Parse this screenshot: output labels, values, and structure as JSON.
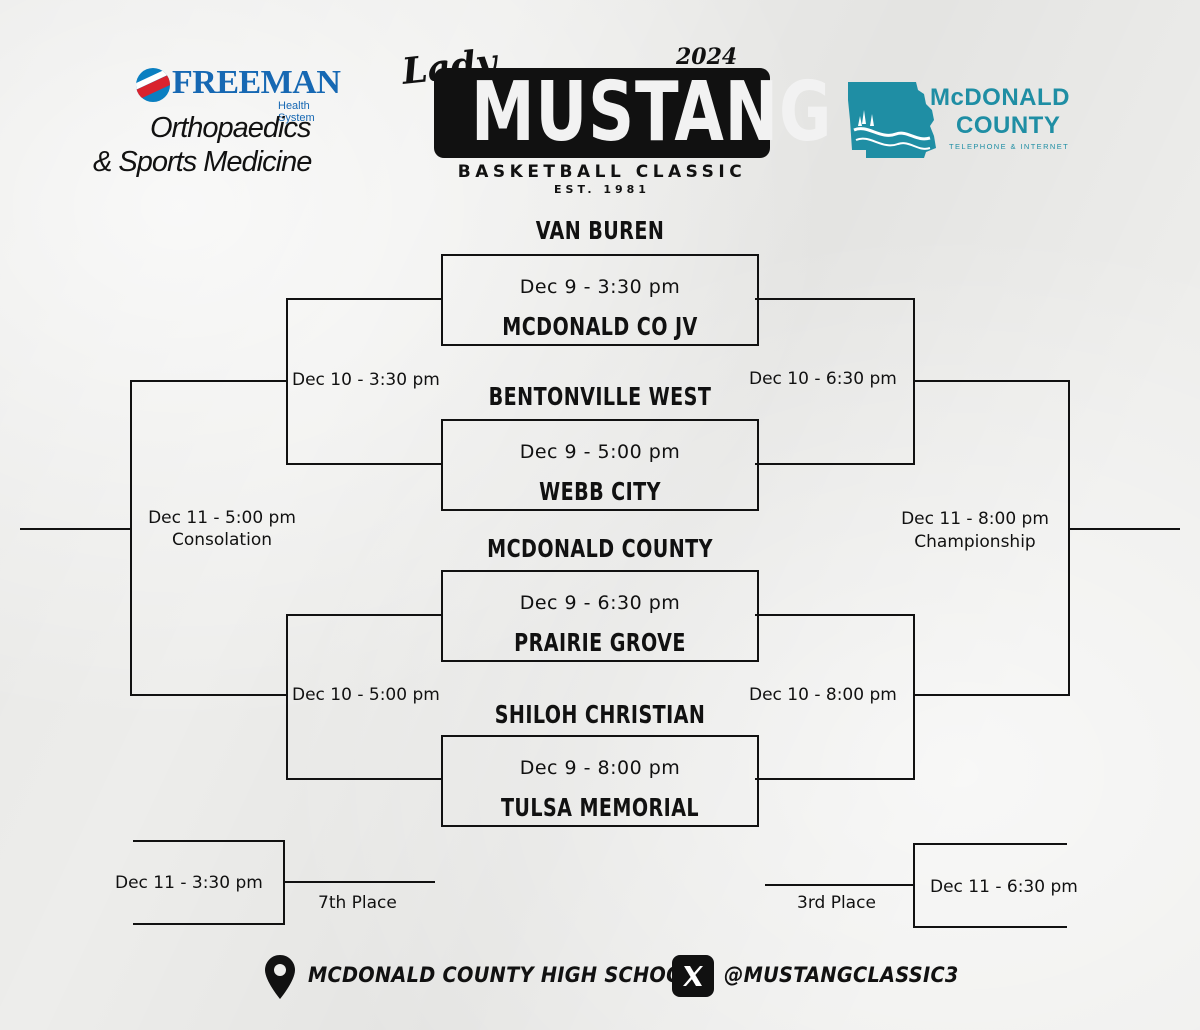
{
  "sponsors": {
    "freeman": {
      "name": "FREEMAN",
      "subname": "Health System",
      "line1": "Orthopaedics",
      "line2": "& Sports Medicine"
    },
    "mcdonald": {
      "line1": "McDONALD",
      "line2": "COUNTY",
      "sub": "TELEPHONE & INTERNET"
    }
  },
  "logo": {
    "lady": "Lady",
    "year": "2024",
    "title": "MUSTANG",
    "subtitle": "BASKETBALL CLASSIC",
    "established": "EST. 1981"
  },
  "first_round": [
    {
      "time": "Dec 9 - 3:30 pm",
      "team_top": "VAN BUREN",
      "team_bottom": "MCDONALD CO JV"
    },
    {
      "time": "Dec 9 - 5:00 pm",
      "team_top": "BENTONVILLE WEST",
      "team_bottom": "WEBB CITY"
    },
    {
      "time": "Dec 9 - 6:30 pm",
      "team_top": "MCDONALD COUNTY",
      "team_bottom": "PRAIRIE GROVE"
    },
    {
      "time": "Dec 9 - 8:00 pm",
      "team_top": "SHILOH CHRISTIAN",
      "team_bottom": "TULSA MEMORIAL"
    }
  ],
  "semis": {
    "left_top": "Dec 10 - 3:30 pm",
    "left_bottom": "Dec 10 - 5:00 pm",
    "right_top": "Dec 10 - 6:30 pm",
    "right_bottom": "Dec 10 - 8:00 pm"
  },
  "finals": {
    "consolation_time": "Dec 11 - 5:00 pm",
    "consolation_label": "Consolation",
    "championship_time": "Dec 11 - 8:00 pm",
    "championship_label": "Championship"
  },
  "placement": {
    "seventh_time": "Dec 11 - 3:30 pm",
    "seventh_label": "7th Place",
    "third_time": "Dec 11 - 6:30 pm",
    "third_label": "3rd Place"
  },
  "footer": {
    "location": "MCDONALD COUNTY HIGH SCHOOL",
    "handle": "@MUSTANGCLASSIC3"
  },
  "colors": {
    "freeman_blue": "#1668b3",
    "freeman_red": "#d9232e",
    "mcdonald_teal": "#1f8ea4",
    "ink": "#111111"
  },
  "icons": [
    "location-pin-icon",
    "x-logo-icon"
  ]
}
